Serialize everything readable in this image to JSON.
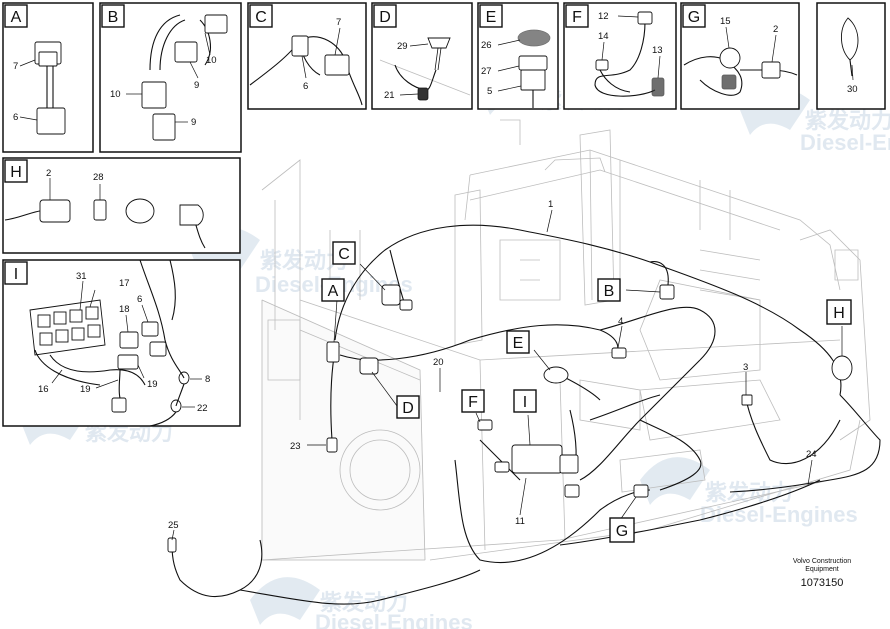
{
  "detail_labels": [
    "A",
    "B",
    "C",
    "D",
    "E",
    "F",
    "G",
    "H",
    "I"
  ],
  "callouts": {
    "A": [
      "7",
      "6"
    ],
    "B": [
      "10",
      "9",
      "10",
      "9"
    ],
    "C": [
      "7",
      "6"
    ],
    "D": [
      "29",
      "21"
    ],
    "E": [
      "26",
      "27",
      "5"
    ],
    "F": [
      "12",
      "14",
      "13"
    ],
    "G": [
      "15",
      "2"
    ],
    "H": [
      "2",
      "28"
    ],
    "I": [
      "31",
      "17",
      "18",
      "6",
      "16",
      "19",
      "19",
      "8",
      "22"
    ],
    "misc": "30"
  },
  "main_callouts": [
    "1",
    "4",
    "3",
    "20",
    "23",
    "11",
    "24",
    "25"
  ],
  "watermark": {
    "brand_cn": "紫发动力",
    "brand_en": "Diesel-Engines"
  },
  "footer": {
    "credit_line1": "Volvo Construction",
    "credit_line2": "Equipment",
    "doc_number": "1073150"
  }
}
